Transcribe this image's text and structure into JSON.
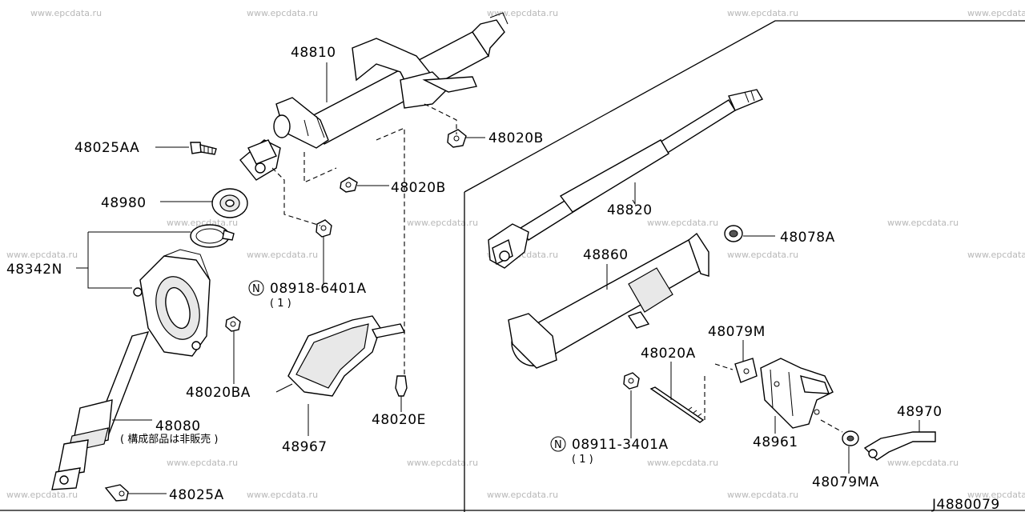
{
  "watermark": "www.epcdata.ru",
  "diagram_code": "J4880079",
  "labels": {
    "p48810": "48810",
    "p48025AA": "48025AA",
    "p48020B_top": "48020B",
    "p48020B_mid": "48020B",
    "p48980": "48980",
    "p48342N": "48342N",
    "p08918": "08918-6401A",
    "p08918_qty": "( 1 )",
    "p48020BA": "48020BA",
    "p48080": "48080",
    "p48080_note": "( 構成部品は非販売 )",
    "p48025A": "48025A",
    "p48967": "48967",
    "p48020E": "48020E",
    "p48820": "48820",
    "p48078A": "48078A",
    "p48860": "48860",
    "p48079M": "48079M",
    "p48020A": "48020A",
    "p08911": "08911-3401A",
    "p08911_qty": "( 1 )",
    "p48961": "48961",
    "p48970": "48970",
    "p48079MA": "48079MA"
  },
  "n_symbol": "N"
}
